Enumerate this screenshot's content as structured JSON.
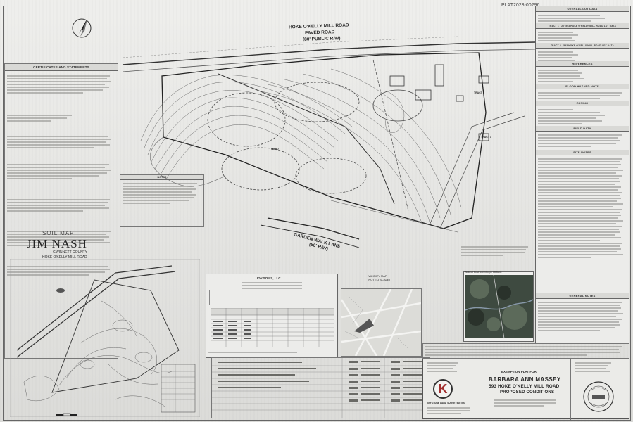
{
  "plat_id": "PLAT2023-00296",
  "road_top": {
    "name": "HOKE O'KELLY MILL ROAD",
    "surface": "PAVED ROAD",
    "row": "(80' PUBLIC R/W)"
  },
  "road_bottom": {
    "name": "GARDEN WALK LANE",
    "row": "(50' R/W)"
  },
  "left_column": {
    "certificate_header": "CERTIFICATES AND STATEMENTS"
  },
  "middle_notes": {
    "header": "NOTES"
  },
  "soil_map": {
    "title": "SOIL MAP",
    "owner": "JIM NASH",
    "county": "GWINNETT COUNTY",
    "road": "HOKE O'KELLY MILL ROAD"
  },
  "surveyor_box": {
    "firm": "KW SOILS, LLC"
  },
  "vicinity_map": {
    "title": "VICINITY MAP",
    "scale": "(NOT TO SCALE)"
  },
  "flood_map": {
    "title": "National Flood Hazard Layer FIRMette"
  },
  "right_column": {
    "sections": [
      "OVERALL LOT DATA",
      "TRACT 1 - 20' 593 HOKE O'KELLY MILL ROAD LOT DATA",
      "TRACT 2 - 593 HOKE O'KELLY MILL ROAD LOT DATA",
      "REFERENCES",
      "FLOOD HAZARD NOTE",
      "ZONING",
      "FIELD DATA",
      "SITE NOTES",
      "GENERAL NOTES"
    ]
  },
  "title_block": {
    "plat_type": "EXEMPTION PLAT FOR",
    "owner": "BARBARA ANN MASSEY",
    "address": "593 HOKE O'KELLY MILL ROAD",
    "status": "PROPOSED CONDITIONS",
    "logo_letter": "K",
    "logo_firm": "KEYSTONE LAND SURVEYING INC"
  },
  "lot_labels": [
    "WARD",
    "TRACT 1",
    "TRACT 2"
  ]
}
